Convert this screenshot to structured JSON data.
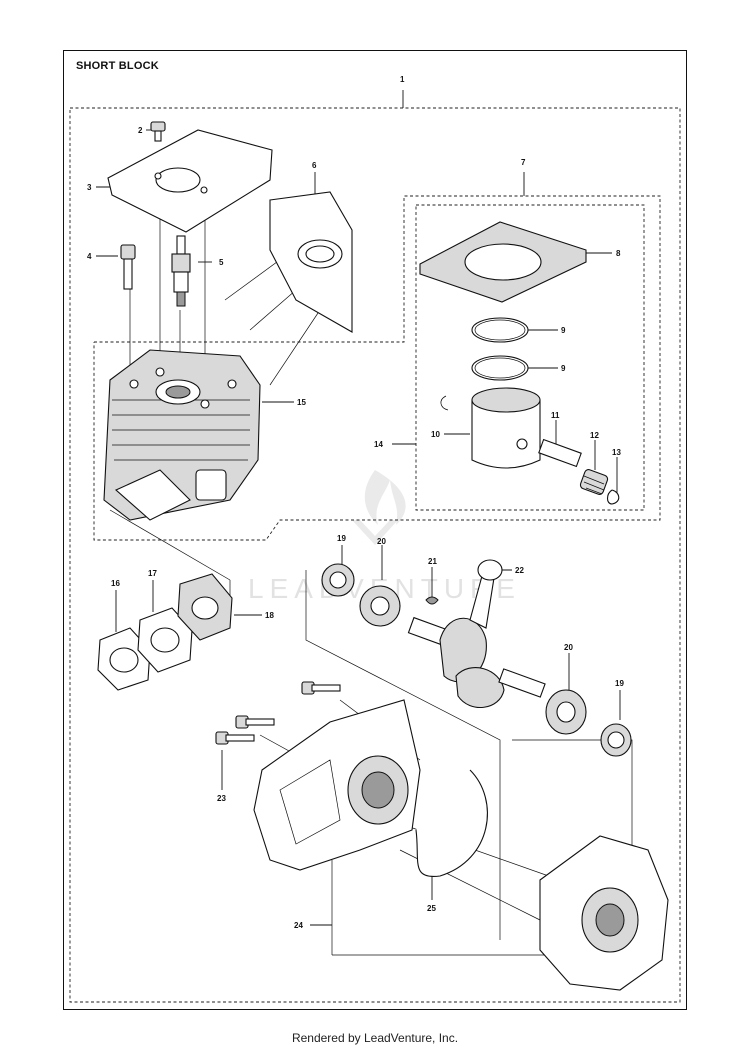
{
  "title": "SHORT BLOCK",
  "footer": "Rendered by LeadVenture, Inc.",
  "watermark": "LEADVENTURE",
  "callouts": {
    "c1": "1",
    "c2": "2",
    "c3": "3",
    "c4": "4",
    "c5": "5",
    "c6": "6",
    "c7": "7",
    "c8": "8",
    "c9a": "9",
    "c9b": "9",
    "c10": "10",
    "c11": "11",
    "c12": "12",
    "c13": "13",
    "c14": "14",
    "c15": "15",
    "c16": "16",
    "c17": "17",
    "c18": "18",
    "c19a": "19",
    "c19b": "19",
    "c20a": "20",
    "c20b": "20",
    "c21": "21",
    "c22": "22",
    "c23": "23",
    "c24": "24",
    "c25": "25"
  }
}
